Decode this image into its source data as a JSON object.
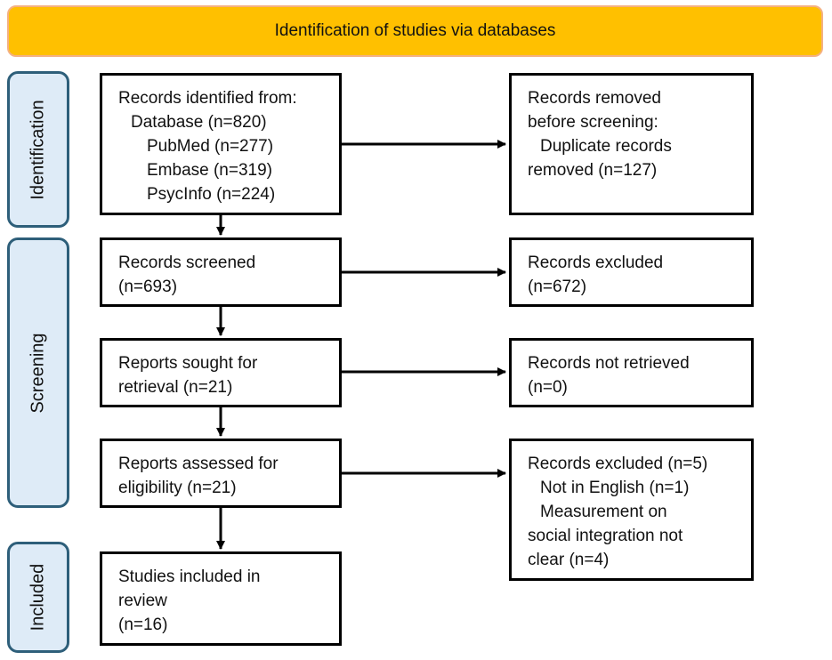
{
  "header": {
    "title": "Identification of studies via databases"
  },
  "stages": {
    "identification": "Identification",
    "screening": "Screening",
    "included": "Included"
  },
  "boxes": {
    "identified": {
      "lines": [
        "Records identified from:",
        "Database (n=820)",
        "PubMed (n=277)",
        "Embase (n=319)",
        "PsycInfo (n=224)"
      ]
    },
    "removed": {
      "lines": [
        "Records removed",
        "before screening:",
        "Duplicate records",
        "removed (n=127)"
      ]
    },
    "screened": {
      "lines": [
        "Records screened",
        "(n=693)"
      ]
    },
    "excluded": {
      "lines": [
        "Records excluded",
        "(n=672)"
      ]
    },
    "sought": {
      "lines": [
        "Reports sought for",
        "retrieval (n=21)"
      ]
    },
    "not_retrieved": {
      "lines": [
        "Records not retrieved",
        "(n=0)"
      ]
    },
    "assessed": {
      "lines": [
        "Reports assessed for",
        "eligibility (n=21)"
      ]
    },
    "excluded_reasons": {
      "lines": [
        "Records excluded (n=5)",
        "Not in English (n=1)",
        "Measurement on",
        "social integration not",
        "clear (n=4)"
      ]
    },
    "included": {
      "lines": [
        "Studies included in",
        "review",
        "(n=16)"
      ]
    }
  }
}
